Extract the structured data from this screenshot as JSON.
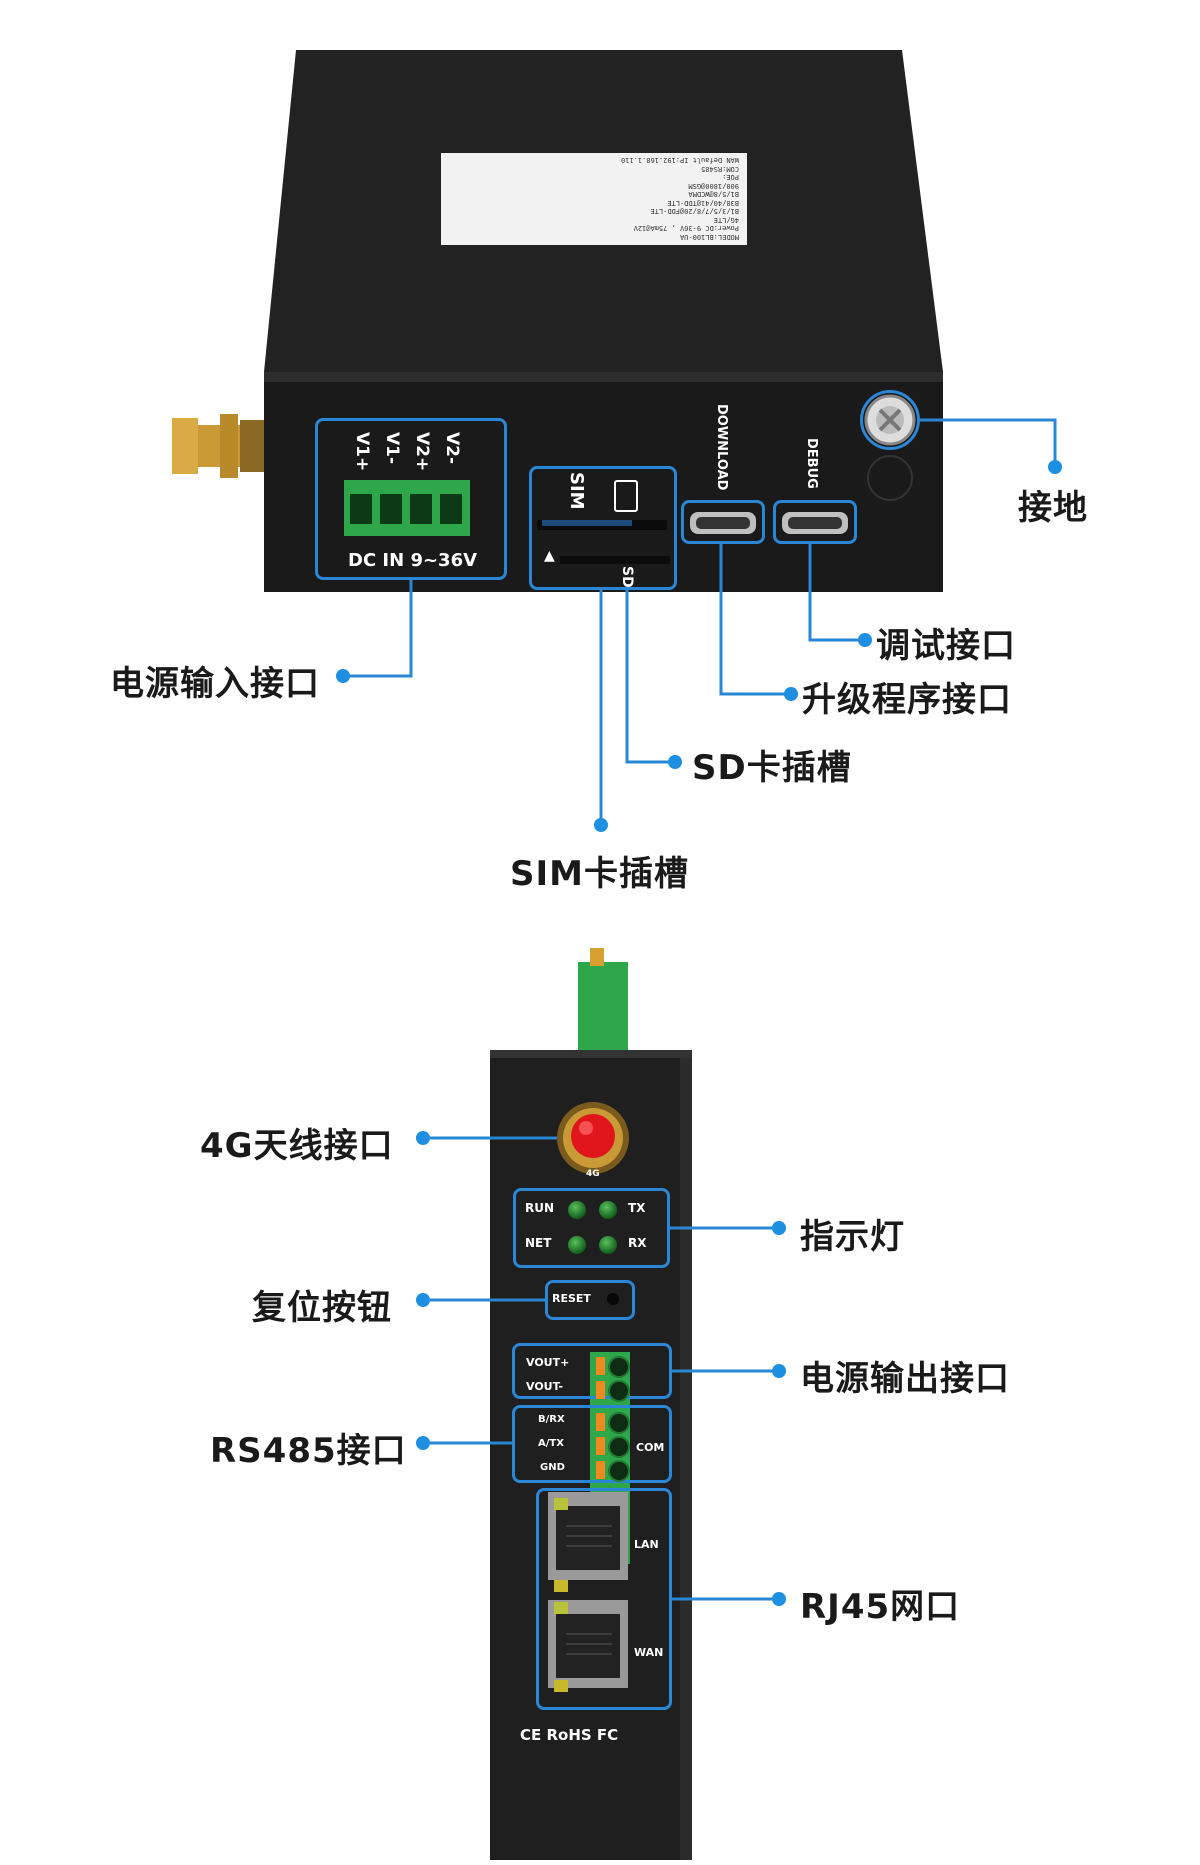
{
  "top_device": {
    "sticker_lines": [
      "MODEL:BL100-UA",
      "Power:DC 9-36V , 75mA@12V",
      "4G/LTE",
      "B1/3/5/7/8/20@FDD-LTE",
      "B38/40/41@TDD-LTE",
      "B1/5/8@WCDMA",
      "900/1800@GSM",
      "POE:",
      "COM:RS485",
      "WAN Default IP:192.168.1.110"
    ],
    "power_terminal_labels": [
      "V1+",
      "V1-",
      "V2+",
      "V2-"
    ],
    "power_terminal_caption": "DC IN 9~36V",
    "sim_label": "SIM",
    "sd_label": "SD",
    "download_label": "DOWNLOAD",
    "debug_label": "DEBUG"
  },
  "top_callouts": {
    "ground": "接地",
    "debug_port": "调试接口",
    "upgrade_port": "升级程序接口",
    "sd_slot": "SD卡插槽",
    "sim_slot": "SIM卡插槽",
    "power_input": "电源输入接口"
  },
  "front_device": {
    "led_labels": {
      "run": "RUN",
      "tx": "TX",
      "net": "NET",
      "rx": "RX"
    },
    "reset_label": "RESET",
    "terminal_labels": [
      "VOUT+",
      "VOUT-",
      "B/RX",
      "A/TX",
      "GND"
    ],
    "com_label": "COM",
    "lan_label": "LAN",
    "wan_label": "WAN",
    "cert_marks": "CE RoHS FC",
    "antenna_mark": "4G"
  },
  "front_callouts": {
    "antenna": "4G天线接口",
    "indicators": "指示灯",
    "reset": "复位按钮",
    "power_output": "电源输出接口",
    "rs485": "RS485接口",
    "rj45": "RJ45网口"
  },
  "colors": {
    "accent": "#1e8fe1",
    "device_body": "#1f1f1f",
    "terminal_green": "#2ea64a",
    "antenna_red": "#e0161c"
  }
}
